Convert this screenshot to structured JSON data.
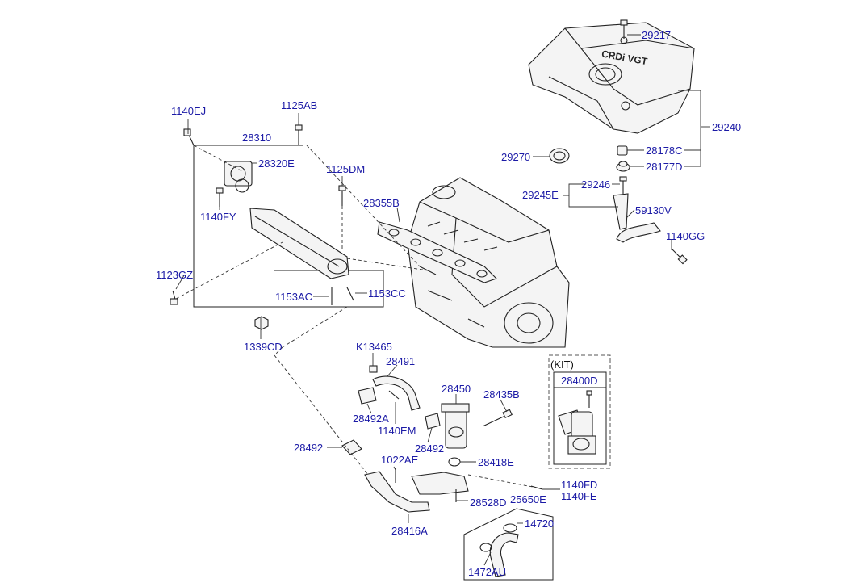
{
  "kit_box": {
    "title": "(KIT)",
    "part_number": "28400D"
  },
  "engine_cover": {
    "logo_text": "CRDi VGT"
  },
  "callouts": {
    "c29217": "29217",
    "c29240": "29240",
    "c29270": "29270",
    "c28178C": "28178C",
    "c28177D": "28177D",
    "c29246": "29246",
    "c29245E": "29245E",
    "c59130V": "59130V",
    "c1140GG": "1140GG",
    "c1140EJ": "1140EJ",
    "c1125AB": "1125AB",
    "c28310": "28310",
    "c28320E": "28320E",
    "c1125DM": "1125DM",
    "c28355B": "28355B",
    "c1140FY": "1140FY",
    "c1123GZ": "1123GZ",
    "c1153AC": "1153AC",
    "c1153CC": "1153CC",
    "c1339CD": "1339CD",
    "cK13465": "K13465",
    "c28491": "28491",
    "c28450": "28450",
    "c28435B": "28435B",
    "c28492A": "28492A",
    "c1140EM": "1140EM",
    "c28492b": "28492",
    "c28492": "28492",
    "c1022AE": "1022AE",
    "c28418E": "28418E",
    "c1140FD": "1140FD",
    "c1140FE": "1140FE",
    "c28528D": "28528D",
    "c25650E": "25650E",
    "c28416A": "28416A",
    "c14720": "14720",
    "c1472AU": "1472AU"
  }
}
